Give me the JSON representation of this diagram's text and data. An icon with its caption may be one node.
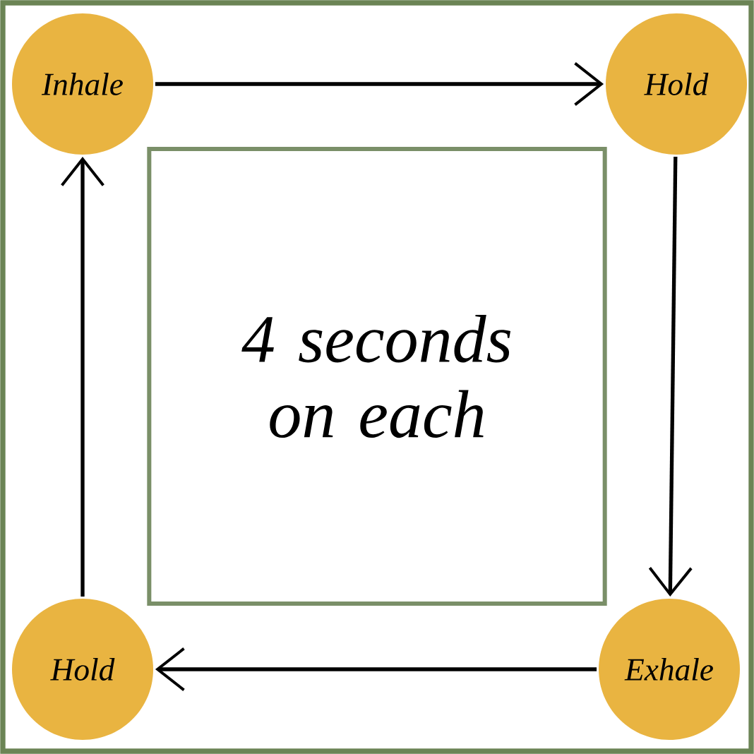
{
  "diagram": {
    "nodes": [
      {
        "text": [
          "Inhale"
        ]
      },
      {
        "text": [
          "Hold"
        ]
      },
      {
        "text": [
          "Exhale"
        ]
      },
      {
        "text": [
          "Hold"
        ]
      },
      {
        "text": [
          "4 seconds on each"
        ]
      }
    ],
    "edges": [
      {
        "from": 0,
        "to": 1,
        "arrow": "to"
      },
      {
        "from": 1,
        "to": 2,
        "arrow": "to"
      },
      {
        "from": 2,
        "to": 3,
        "arrow": "to"
      },
      {
        "from": 3,
        "to": 0,
        "arrow": "to"
      }
    ]
  }
}
